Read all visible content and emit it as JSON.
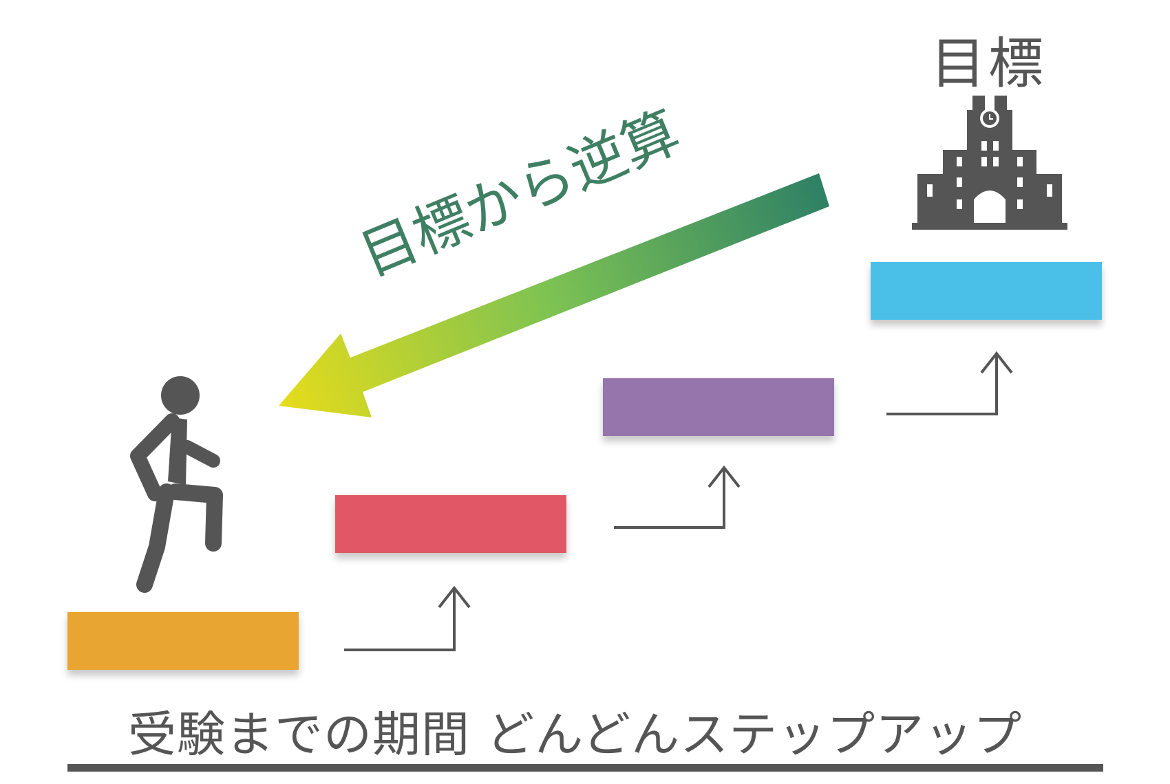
{
  "diagram": {
    "goal_label": "目標",
    "backcalc_label": "目標から逆算",
    "bottom_caption": "受験までの期間 どんどんステップアップ",
    "steps": [
      {
        "name": "step-1",
        "color": "#e9a532"
      },
      {
        "name": "step-2",
        "color": "#e25766"
      },
      {
        "name": "step-3",
        "color": "#9575ab"
      },
      {
        "name": "step-4",
        "color": "#4ac0e9"
      }
    ],
    "icons": {
      "person": "walking-person-icon",
      "university": "university-building-icon",
      "step_arrow": "step-up-arrow-icon",
      "backcalc_arrow": "gradient-arrow-icon"
    },
    "colors": {
      "icon": "#555555",
      "text": "#555555",
      "backcalc_text": "#3f7f63",
      "arrow_gradient_start": "#e6dc1a",
      "arrow_gradient_mid": "#7cc253",
      "arrow_gradient_end": "#2e8066"
    }
  }
}
